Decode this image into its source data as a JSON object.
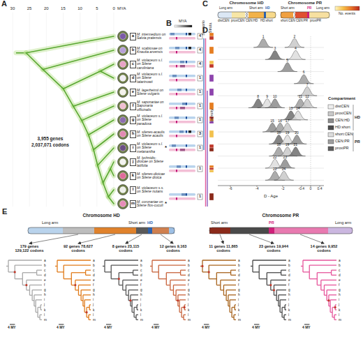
{
  "diagram": {
    "nodes": [
      {
        "text": [
          "a",
          "M. intermedium on Salvia pratensis"
        ]
      },
      {
        "text": [
          "b",
          "M. scabiosae on Knautia arvensis"
        ]
      },
      {
        "text": [
          "c",
          "M. violaceum s.l. on Silene caroliniana"
        ]
      },
      {
        "text": [
          "d",
          "M. violaceum s.l. on Silene tatarinowii"
        ]
      },
      {
        "text": [
          "e",
          "M. lagerheimii on Silene vulgaris"
        ]
      },
      {
        "text": [
          "f",
          "M. saponariae on Saponaria officinalis"
        ]
      },
      {
        "text": [
          "g",
          "M. violaceum s.l. on Silene paradoxa"
        ]
      },
      {
        "text": [
          "h",
          "M. silenes-acaulis on Silene acaulis"
        ]
      },
      {
        "text": [
          "i",
          "M. violaceum s.l. on Silene melanantha"
        ]
      },
      {
        "text": [
          "j",
          "M. lychnidis-dioicae on Silene latifolia"
        ]
      },
      {
        "text": [
          "k",
          "M. silenes-dioicae on Silene dioica"
        ]
      },
      {
        "text": [
          "l",
          "M. violaceum s.s. on Silene nutans"
        ]
      },
      {
        "text": [
          "m",
          "M. coronariae on Silene flos-cuculi"
        ]
      }
    ],
    "labels": [
      "A",
      "30",
      "25",
      "20",
      "15",
      "10",
      "5",
      "0",
      "MYA",
      "3,955 genes",
      "2,037,071 codons",
      "*",
      "*",
      "B",
      "MYA",
      "Scenario",
      "Strata",
      "4",
      "4",
      "4",
      "1",
      "1",
      "1",
      "1",
      "3",
      "1",
      "1",
      "1",
      "C",
      "Chromosome HD",
      "Long arm",
      "Short arm",
      "HD",
      "Chromosome PR",
      "Short arm",
      "PR",
      "Long arm",
      "distCEN",
      "proxiCEN",
      "CEN:HD",
      "HD:short",
      "short:CEN",
      "CEN:PR",
      "proxiPR",
      "No. events",
      "D",
      "density",
      "D - Age",
      "-6",
      "-4",
      "-2",
      "-0.4",
      "0",
      "0.4",
      "1",
      "2",
      "3",
      "4",
      "5",
      "6",
      "7",
      "8",
      "9",
      "10",
      "11",
      "12",
      "13",
      "14",
      "15",
      "16",
      "17",
      "18",
      "19",
      "20",
      "18",
      "19",
      "21",
      "22",
      "23",
      "22",
      "24",
      "Compartment",
      "HD",
      "PR",
      "E",
      "Chromosome HD",
      "Long arm",
      "Short arm",
      "HD",
      "Chromosome PR",
      "Short arm",
      "PR",
      "Long arm",
      "179 genes 129,122 codons",
      "92 genes 78,627 codons",
      "8 genes 23,115 codons",
      "12 genes 9,163 codons",
      "11 genes 11,865 codons",
      "23 genes 19,944 codons",
      "14 genes 9,952 codons",
      "4 MY",
      "4 MY",
      "4 MY",
      "4 MY",
      "4 MY",
      "4 MY",
      "4 MY",
      "a",
      "b",
      "c",
      "d",
      "e",
      "f",
      "g",
      "h",
      "i",
      "j",
      "k",
      "l",
      "m",
      "a",
      "b",
      "c",
      "d",
      "e",
      "f",
      "g",
      "h",
      "i",
      "j",
      "k",
      "l",
      "m",
      "a",
      "b",
      "c",
      "d",
      "e",
      "f",
      "g",
      "h",
      "i",
      "j",
      "k",
      "l",
      "m",
      "a",
      "b",
      "c",
      "d",
      "e",
      "f",
      "g",
      "h",
      "i",
      "j",
      "k",
      "l",
      "m",
      "a",
      "b",
      "c",
      "d",
      "e",
      "f",
      "g",
      "h",
      "i",
      "j",
      "k",
      "l",
      "m",
      "a",
      "b",
      "c",
      "d",
      "e",
      "f",
      "g",
      "h",
      "i",
      "j",
      "k",
      "l",
      "m",
      "a",
      "b",
      "c",
      "d",
      "e",
      "f",
      "g",
      "h",
      "i",
      "j",
      "k",
      "l",
      "m"
    ],
    "legend": [
      {
        "text": "distCEN",
        "color": "#eeeeee"
      },
      {
        "text": "proxiCEN",
        "color": "#c9c9c9"
      },
      {
        "text": "CEN:HD",
        "color": "#8c8c8c"
      },
      {
        "text": "HD:short",
        "color": "#4d4d4d"
      },
      {
        "text": "short:CEN",
        "color": "#dddddd"
      },
      {
        "text": "CEN:PR",
        "color": "#9e9e9e"
      },
      {
        "text": "proxiPR",
        "color": "#5e5e5e"
      }
    ]
  }
}
